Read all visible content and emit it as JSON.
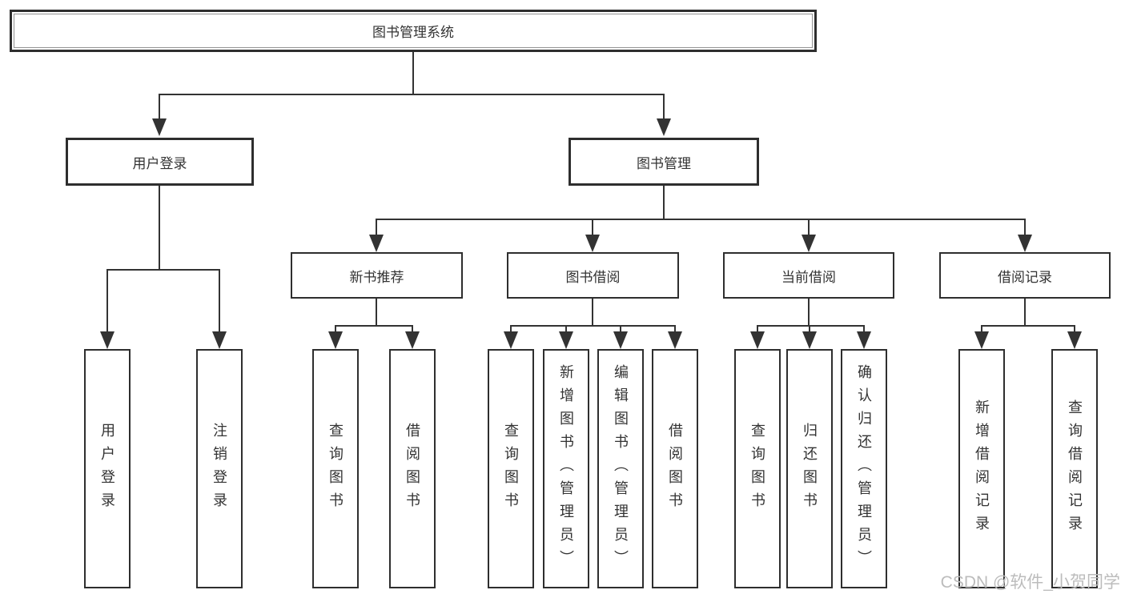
{
  "diagram": {
    "title": "图书管理系统",
    "branches": [
      {
        "label": "用户登录",
        "children": [
          {
            "label": "用户登录"
          },
          {
            "label": "注销登录"
          }
        ]
      },
      {
        "label": "图书管理",
        "children": [
          {
            "label": "新书推荐",
            "children": [
              {
                "label": "查询图书"
              },
              {
                "label": "借阅图书"
              }
            ]
          },
          {
            "label": "图书借阅",
            "children": [
              {
                "label": "查询图书"
              },
              {
                "label": "新增图书（管理员）"
              },
              {
                "label": "编辑图书（管理员）"
              },
              {
                "label": "借阅图书"
              }
            ]
          },
          {
            "label": "当前借阅",
            "children": [
              {
                "label": "查询图书"
              },
              {
                "label": "归还图书"
              },
              {
                "label": "确认归还（管理员）"
              }
            ]
          },
          {
            "label": "借阅记录",
            "children": [
              {
                "label": "新增借阅记录"
              },
              {
                "label": "查询借阅记录"
              }
            ]
          }
        ]
      }
    ]
  },
  "watermark": {
    "text": "CSDN @软件_小贺同学"
  },
  "colors": {
    "line": "#333333",
    "box_border": "#2e2e2e",
    "background": "#ffffff",
    "watermark_text": "#bcbcbc"
  }
}
